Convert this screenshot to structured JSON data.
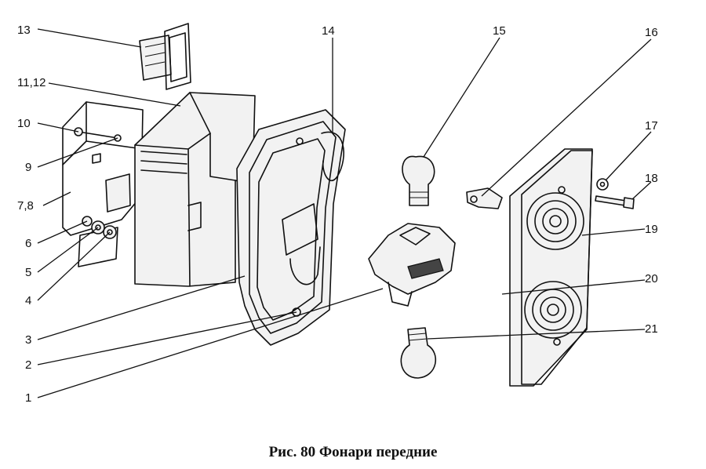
{
  "caption": "Рис. 80  Фонари передние",
  "callouts": {
    "c1": "1",
    "c2": "2",
    "c3": "3",
    "c4": "4",
    "c5": "5",
    "c6": "6",
    "c78": "7,8",
    "c9": "9",
    "c10": "10",
    "c1112": "11,12",
    "c13": "13",
    "c14": "14",
    "c15": "15",
    "c16": "16",
    "c17": "17",
    "c18": "18",
    "c19": "19",
    "c20": "20",
    "c21": "21"
  }
}
